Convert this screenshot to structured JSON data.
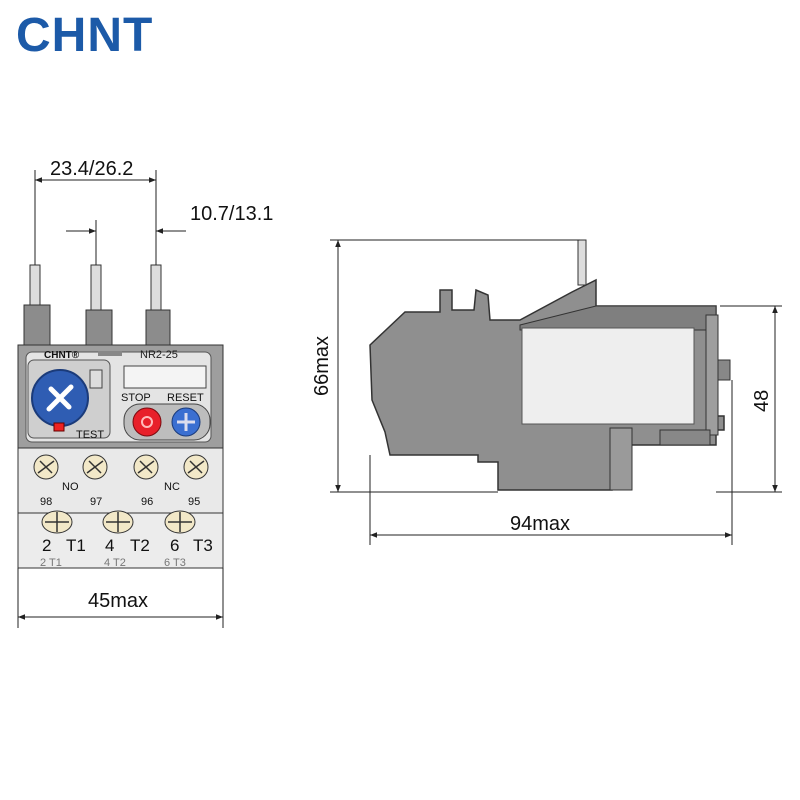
{
  "brand": {
    "logo_text": "CHNT",
    "color": "#1c5aa8"
  },
  "front_view": {
    "model": "NR2-25",
    "logo_small": "CHNT®",
    "stop_label": "STOP",
    "reset_label": "RESET",
    "test_label": "TEST",
    "no_label": "NO",
    "nc_label": "NC",
    "aux_terminals": [
      "98",
      "97",
      "96",
      "95"
    ],
    "main_terminals": [
      "2",
      "T1",
      "4",
      "T2",
      "6",
      "T3"
    ],
    "main_terminals_small": [
      "2 T1",
      "4 T2",
      "6 T3"
    ]
  },
  "dimensions": {
    "pole_span": "23.4/26.2",
    "pole_pitch": "10.7/13.1",
    "width": "45max",
    "height": "66max",
    "depth": "94max",
    "mount_height": "48"
  },
  "colors": {
    "dial": "#2f5db3",
    "stop_button": "#e8202a",
    "reset_button": "#3b6fd1",
    "body_gray": "#9a9a9a",
    "body_dark": "#7a7a7a",
    "panel_light": "#e6e6e6"
  }
}
